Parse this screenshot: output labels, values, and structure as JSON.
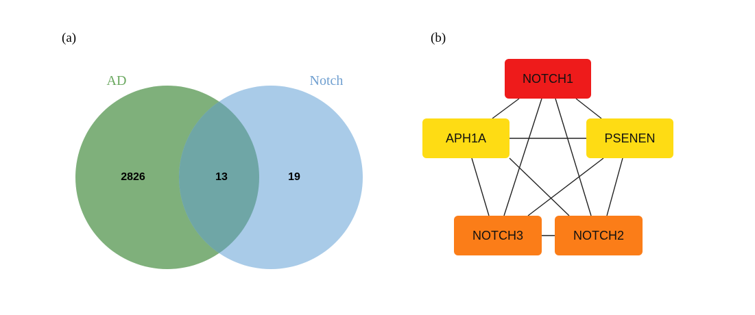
{
  "panels": {
    "a_label": "(a)",
    "b_label": "(b)"
  },
  "venn": {
    "sets": [
      {
        "name": "AD",
        "color": "#7fb07b",
        "label_color": "#6aa85f"
      },
      {
        "name": "Notch",
        "color": "#a9cbe8",
        "label_color": "#6f9fd0"
      }
    ],
    "regions": {
      "ad_only": "2826",
      "intersection": "13",
      "notch_only": "19"
    },
    "overlap_color": "#6fa6a6"
  },
  "network": {
    "nodes": [
      {
        "id": "NOTCH1",
        "label": "NOTCH1",
        "color": "#ee1b1b"
      },
      {
        "id": "APH1A",
        "label": "APH1A",
        "color": "#fedc14"
      },
      {
        "id": "PSENEN",
        "label": "PSENEN",
        "color": "#fedc14"
      },
      {
        "id": "NOTCH3",
        "label": "NOTCH3",
        "color": "#fb7d18"
      },
      {
        "id": "NOTCH2",
        "label": "NOTCH2",
        "color": "#fb7d18"
      }
    ],
    "edges": [
      [
        "NOTCH1",
        "APH1A"
      ],
      [
        "NOTCH1",
        "PSENEN"
      ],
      [
        "NOTCH1",
        "NOTCH3"
      ],
      [
        "NOTCH1",
        "NOTCH2"
      ],
      [
        "APH1A",
        "PSENEN"
      ],
      [
        "APH1A",
        "NOTCH3"
      ],
      [
        "APH1A",
        "NOTCH2"
      ],
      [
        "PSENEN",
        "NOTCH3"
      ],
      [
        "PSENEN",
        "NOTCH2"
      ],
      [
        "NOTCH3",
        "NOTCH2"
      ]
    ]
  }
}
